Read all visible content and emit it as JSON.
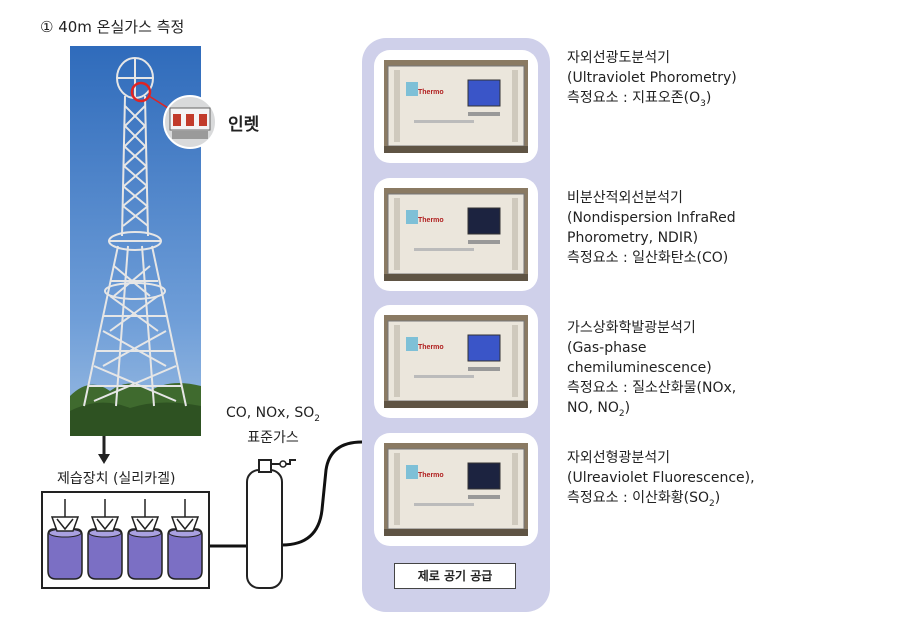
{
  "tower": {
    "title": "① 40m 온실가스 측정",
    "inlet_label": "인렛"
  },
  "dehumidifier": {
    "label": "제습장치 (실리카겔)",
    "jar_count": 4
  },
  "standard_gas": {
    "line1_prefix": "CO, NOx, SO",
    "line1_sub": "2",
    "line2": "표준가스"
  },
  "zero_air_label": "제로 공기 공급",
  "analyzers": [
    {
      "name": "자외선광도분석기",
      "method_lines": [
        "(Ultraviolet Phorometry)"
      ],
      "element_prefix": "측정요소 : 지표오존(O",
      "element_sub": "3",
      "element_suffix": ")",
      "element_line2_prefix": "",
      "element_line2_sub": "",
      "element_line2_suffix": ""
    },
    {
      "name": "비분산적외선분석기",
      "method_lines": [
        "(Nondispersion InfraRed",
        "Phorometry, NDIR)"
      ],
      "element_prefix": "측정요소 : 일산화탄소(CO)",
      "element_sub": "",
      "element_suffix": "",
      "element_line2_prefix": "",
      "element_line2_sub": "",
      "element_line2_suffix": ""
    },
    {
      "name": "가스상화학발광분석기",
      "method_lines": [
        "(Gas-phase",
        "chemiluminescence)"
      ],
      "element_prefix": "측정요소 : 질소산화물(NOx,",
      "element_sub": "",
      "element_suffix": "",
      "element_line2_prefix": "NO, NO",
      "element_line2_sub": "2",
      "element_line2_suffix": ")"
    },
    {
      "name": "자외선형광분석기",
      "method_lines": [
        "(Ulreaviolet Fluorescence),"
      ],
      "element_prefix": "측정요소 : 이산화황(SO",
      "element_sub": "2",
      "element_suffix": ")",
      "element_line2_prefix": "",
      "element_line2_sub": "",
      "element_line2_suffix": ""
    }
  ],
  "colors": {
    "panel": "#cfd0ea",
    "jar_liquid": "#7b6fc4",
    "sky": "#3d78c4",
    "inlet_marker": "#e02424"
  }
}
